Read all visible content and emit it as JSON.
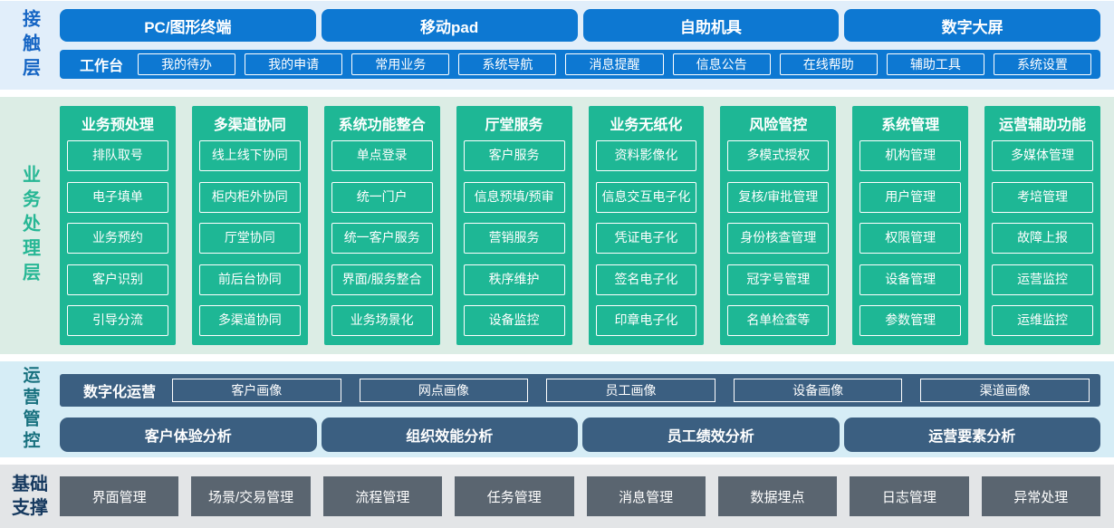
{
  "contact": {
    "label": "接触层",
    "terminals": [
      "PC/图形终端",
      "移动pad",
      "自助机具",
      "数字大屏"
    ],
    "workbench": {
      "label": "工作台",
      "items": [
        "我的待办",
        "我的申请",
        "常用业务",
        "系统导航",
        "消息提醒",
        "信息公告",
        "在线帮助",
        "辅助工具",
        "系统设置"
      ]
    }
  },
  "business": {
    "label": "业务处理层",
    "columns": [
      {
        "title": "业务预处理",
        "items": [
          "排队取号",
          "电子填单",
          "业务预约",
          "客户识别",
          "引导分流"
        ]
      },
      {
        "title": "多渠道协同",
        "items": [
          "线上线下协同",
          "柜内柜外协同",
          "厅堂协同",
          "前后台协同",
          "多渠道协同"
        ]
      },
      {
        "title": "系统功能整合",
        "items": [
          "单点登录",
          "统一门户",
          "统一客户服务",
          "界面/服务整合",
          "业务场景化"
        ]
      },
      {
        "title": "厅堂服务",
        "items": [
          "客户服务",
          "信息预填/预审",
          "营销服务",
          "秩序维护",
          "设备监控"
        ]
      },
      {
        "title": "业务无纸化",
        "items": [
          "资料影像化",
          "信息交互电子化",
          "凭证电子化",
          "签名电子化",
          "印章电子化"
        ]
      },
      {
        "title": "风险管控",
        "items": [
          "多模式授权",
          "复核/审批管理",
          "身份核查管理",
          "冠字号管理",
          "名单检查等"
        ]
      },
      {
        "title": "系统管理",
        "items": [
          "机构管理",
          "用户管理",
          "权限管理",
          "设备管理",
          "参数管理"
        ]
      },
      {
        "title": "运营辅助功能",
        "items": [
          "多媒体管理",
          "考培管理",
          "故障上报",
          "运营监控",
          "运维监控"
        ]
      }
    ]
  },
  "operations": {
    "label": "运营管控",
    "digital": {
      "label": "数字化运营",
      "items": [
        "客户画像",
        "网点画像",
        "员工画像",
        "设备画像",
        "渠道画像"
      ]
    },
    "analysis": [
      "客户体验分析",
      "组织效能分析",
      "员工绩效分析",
      "运营要素分析"
    ]
  },
  "foundation": {
    "label": "基础支撑",
    "items": [
      "界面管理",
      "场景/交易管理",
      "流程管理",
      "任务管理",
      "消息管理",
      "数据埋点",
      "日志管理",
      "异常处理"
    ]
  },
  "colors": {
    "contact_box_blue": "#0d78d2",
    "contact_band_bg": "#e1eefa",
    "contact_label_blue": "#1565c4",
    "business_box_green": "#1eb795",
    "business_band_bg": "#dcede5",
    "business_label_green": "#27b795",
    "ops_box_slate": "#3b5f81",
    "ops_band_bg": "#d6edf6",
    "ops_label_teal": "#17707e",
    "foundation_box_gray": "#5a6570",
    "foundation_band_bg": "#e3e5e7",
    "foundation_label_navy": "#16395f",
    "box_text": "#ffffff"
  }
}
